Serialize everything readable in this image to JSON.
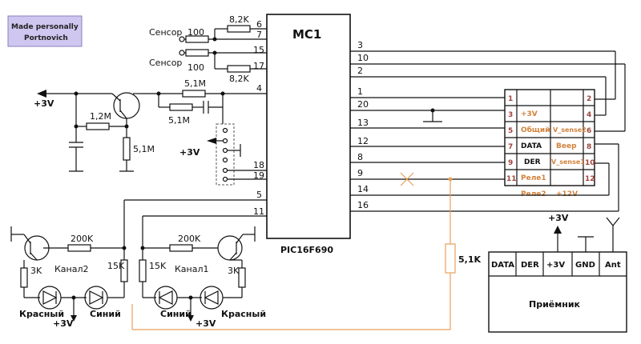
{
  "logo": {
    "line1": "Made personally",
    "line2": "Portnovich"
  },
  "mcu": {
    "name": "MC1",
    "part": "PIC16F690"
  },
  "sensors": {
    "label": "Сенсор",
    "r_series": "100",
    "r_pull": "8,2K"
  },
  "power_left": "+3V",
  "resistors": {
    "r1": "1,2M",
    "r2": "5,1M",
    "r3": "5,1M",
    "r4": "5,1M",
    "r5": "5,1K",
    "r6": "200K",
    "r7": "200K",
    "r8": "3K",
    "r9": "3K",
    "r10": "15K",
    "r11": "15K"
  },
  "channels": {
    "ch2": "Канал2",
    "ch1": "Канал1"
  },
  "leds": {
    "red": "Красный",
    "blue": "Синий"
  },
  "plus3v": "+3V",
  "mcu_pins_left": [
    "6",
    "7",
    "15",
    "17",
    "4",
    "18",
    "19",
    "5",
    "11"
  ],
  "mcu_pins_right": [
    "3",
    "10",
    "2",
    "1",
    "20",
    "13",
    "12",
    "8",
    "9",
    "14",
    "16"
  ],
  "connector": {
    "pins": [
      "1",
      "2",
      "3",
      "4",
      "5",
      "6",
      "7",
      "8",
      "9",
      "10",
      "11",
      "12"
    ],
    "labels": {
      "p3": "+3V",
      "p4": "Общий",
      "p5": "DATA",
      "p6": "V_sense2",
      "p7": "DER",
      "p8": "Beep",
      "p9": "Реле1",
      "p10": "V_sense1",
      "p11": "Реле2",
      "p12": "+12V"
    }
  },
  "receiver": {
    "title": "Приёмник",
    "pins": [
      "DATA",
      "DER",
      "+3V",
      "GND",
      "Ant"
    ],
    "power": "+3V"
  }
}
